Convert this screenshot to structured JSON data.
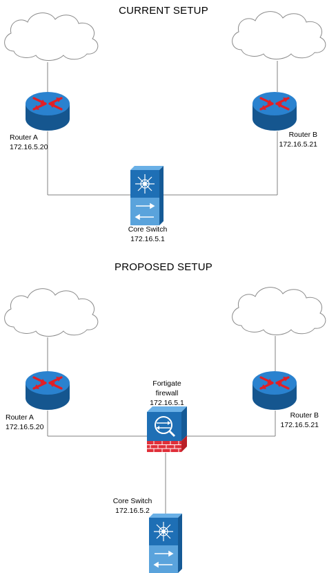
{
  "current": {
    "title": "CURRENT SETUP",
    "router_a": {
      "name": "Router A",
      "ip": "172.16.5.20"
    },
    "router_b": {
      "name": "Router B",
      "ip": "172.16.5.21"
    },
    "core_switch": {
      "name": "Core Switch",
      "ip": "172.16.5.1"
    }
  },
  "proposed": {
    "title": "PROPOSED SETUP",
    "router_a": {
      "name": "Router A",
      "ip": "172.16.5.20"
    },
    "router_b": {
      "name": "Router B",
      "ip": "172.16.5.21"
    },
    "firewall": {
      "name_line1": "Fortigate",
      "name_line2": "firewall",
      "ip": "172.16.5.1"
    },
    "core_switch": {
      "name": "Core Switch",
      "ip": "172.16.5.2"
    }
  },
  "colors": {
    "router_body": "#1e6fb5",
    "router_top": "#2a8ad8",
    "arrow": "#e31e24",
    "switch_top": "#1e6fb5",
    "switch_bottom": "#5aa3dc",
    "firewall_body": "#1e6fb5",
    "firewall_brick": "#e0303a",
    "cloud_stroke": "#8a8a8a",
    "link": "#808080"
  }
}
